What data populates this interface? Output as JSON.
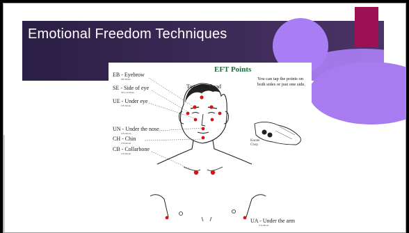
{
  "slide": {
    "title": "Emotional Freedom Techniques"
  },
  "figure": {
    "title": "EFT Points",
    "top_label": "Top of the head",
    "note": "You can tap the points on both sides or just one side.",
    "points": [
      {
        "code": "EB",
        "label": "EB - Eyebrow",
        "sub": "EB-Mode"
      },
      {
        "code": "SE",
        "label": "SE - Side of eye",
        "sub": "SE-Lat.Mode"
      },
      {
        "code": "UE",
        "label": "UE - Under eye",
        "sub": "UE-Mode"
      },
      {
        "code": "UN",
        "label": "UN - Under the nose",
        "sub": "UN-Mode"
      },
      {
        "code": "CH",
        "label": "CH - Chin",
        "sub": "CH-Mode"
      },
      {
        "code": "CB",
        "label": "CB - Collarbone",
        "sub": "CB-Mode"
      },
      {
        "code": "UA",
        "label": "UA - Under the arm",
        "sub": "UA-Mode"
      }
    ],
    "karate_label": "Karate Chop",
    "point_color": "#d11616"
  },
  "colors": {
    "title_band": "#3a2a55",
    "accent_purple": "#a87cf0",
    "accent_crimson": "#9c1054"
  }
}
